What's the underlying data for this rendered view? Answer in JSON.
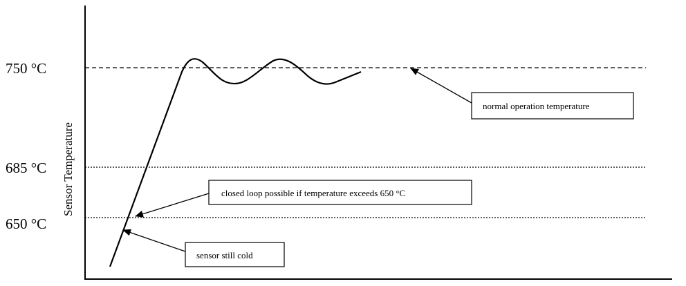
{
  "y_axis": {
    "title": "Sensor Temperature",
    "ticks": [
      {
        "label": "750 °C"
      },
      {
        "label": "685 °C"
      },
      {
        "label": "650 °C"
      }
    ]
  },
  "annotations": {
    "normal_operation": "normal operation temperature",
    "closed_loop": "closed loop possible if temperature exceeds 650 °C",
    "sensor_cold": "sensor still cold"
  },
  "colors": {
    "line": "#000000",
    "background": "#ffffff"
  }
}
